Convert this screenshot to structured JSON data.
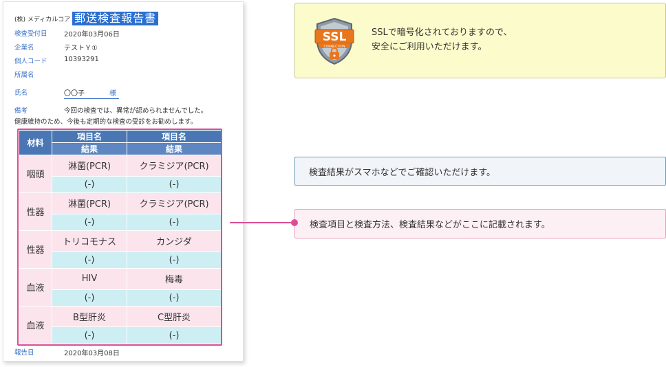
{
  "report": {
    "company": "(株) メディカルコア",
    "title": "郵送検査報告書",
    "fields": {
      "reception_date_label": "検査受付日",
      "reception_date": "2020年03月06日",
      "company_label": "企業名",
      "company_value": "テストＹ①",
      "personal_code_label": "個人コード",
      "personal_code": "10393291",
      "department_label": "所属名",
      "department_value": "",
      "name_label": "氏名",
      "name_value": "〇〇子",
      "honorific": "様",
      "remarks_label": "備考",
      "remarks_line1": "今回の検査では、異常が認められませんでした。",
      "remarks_line2": "健康維持のため、今後も定期的な検査の受診をお勧めします。",
      "report_date_label": "報告日",
      "report_date": "2020年03月08日"
    },
    "table": {
      "material_header": "材料",
      "item_header_1": "項目名",
      "item_header_2": "項目名",
      "result_header_1": "結果",
      "result_header_2": "結果",
      "rows": [
        {
          "material": "咽頭",
          "item1": "淋菌(PCR)",
          "item2": "クラミジア(PCR)",
          "result1": "(-)",
          "result2": "(-)"
        },
        {
          "material": "性器",
          "item1": "淋菌(PCR)",
          "item2": "クラミジア(PCR)",
          "result1": "(-)",
          "result2": "(-)"
        },
        {
          "material": "性器",
          "item1": "トリコモナス",
          "item2": "カンジダ",
          "result1": "(-)",
          "result2": "(-)"
        },
        {
          "material": "血液",
          "item1": "HIV",
          "item2": "梅毒",
          "result1": "(-)",
          "result2": "(-)"
        },
        {
          "material": "血液",
          "item1": "B型肝炎",
          "item2": "C型肝炎",
          "result1": "(-)",
          "result2": "(-)"
        }
      ]
    }
  },
  "ssl": {
    "badge_main": "SSL",
    "badge_sub": "CONNECTION",
    "line1": "SSLで暗号化されておりますので、",
    "line2": "安全にご利用いただけます。"
  },
  "info": {
    "smartphone_text": "検査結果がスマホなどでご確認いただけます。",
    "table_text": "検査項目と検査方法、検査結果などがここに記載されます。"
  },
  "colors": {
    "accent_blue": "#2a6fd0",
    "table_header": "#4a76b4",
    "item_pink": "#fbe4ec",
    "result_cyan": "#cdeef3",
    "highlight_pink": "#d94f93",
    "ssl_bg": "#fcfbcc"
  }
}
